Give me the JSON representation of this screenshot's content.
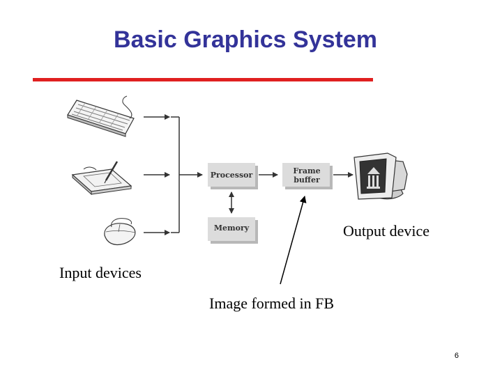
{
  "slide": {
    "title": "Basic Graphics System",
    "page_number": "6",
    "accent_color": "#333399",
    "rule_color": "#e02020"
  },
  "diagram": {
    "boxes": {
      "processor": "Processor",
      "frame_buffer_line1": "Frame",
      "frame_buffer_line2": "buffer",
      "memory": "Memory"
    },
    "icons": {
      "keyboard": "keyboard-icon",
      "tablet": "graphics-tablet-icon",
      "mouse": "mouse-icon",
      "monitor": "crt-monitor-icon"
    }
  },
  "labels": {
    "output_device": "Output device",
    "input_devices": "Input devices",
    "image_formed": "Image formed in FB"
  }
}
